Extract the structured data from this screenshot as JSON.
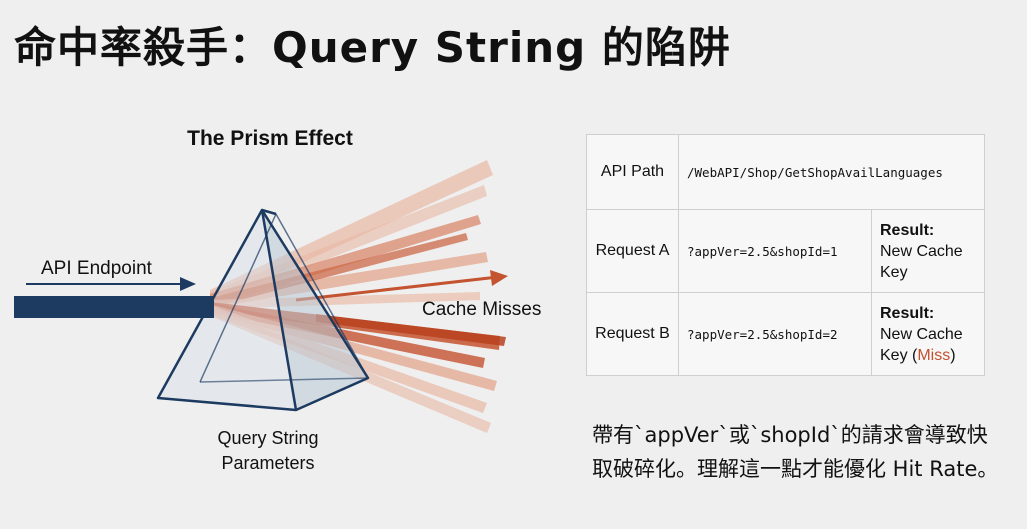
{
  "title": "命中率殺手：Query String 的陷阱",
  "diagram": {
    "heading": "The Prism Effect",
    "input_label": "API Endpoint",
    "output_label": "Cache Misses",
    "prism_label_line1": "Query String",
    "prism_label_line2": "Parameters",
    "colors": {
      "beam": "#1d3b61",
      "ray_dark": "#c4532f",
      "ray_light": "#e8b8a4"
    }
  },
  "table": {
    "row1": {
      "label": "API Path",
      "value": "/WebAPI/Shop/GetShopAvailLanguages"
    },
    "row2": {
      "label": "Request A",
      "value": "?appVer=2.5&shopId=1",
      "result_head": "Result:",
      "result_line1": "New Cache",
      "result_line2": "Key"
    },
    "row3": {
      "label": "Request B",
      "value": "?appVer=2.5&shopId=2",
      "result_head": "Result:",
      "result_line1": "New Cache",
      "result_line2_pre": "Key (",
      "result_miss": "Miss",
      "result_line2_post": ")"
    }
  },
  "note": "帶有`appVer`或`shopId`的請求會導致快取破碎化。理解這一點才能優化 Hit Rate。"
}
